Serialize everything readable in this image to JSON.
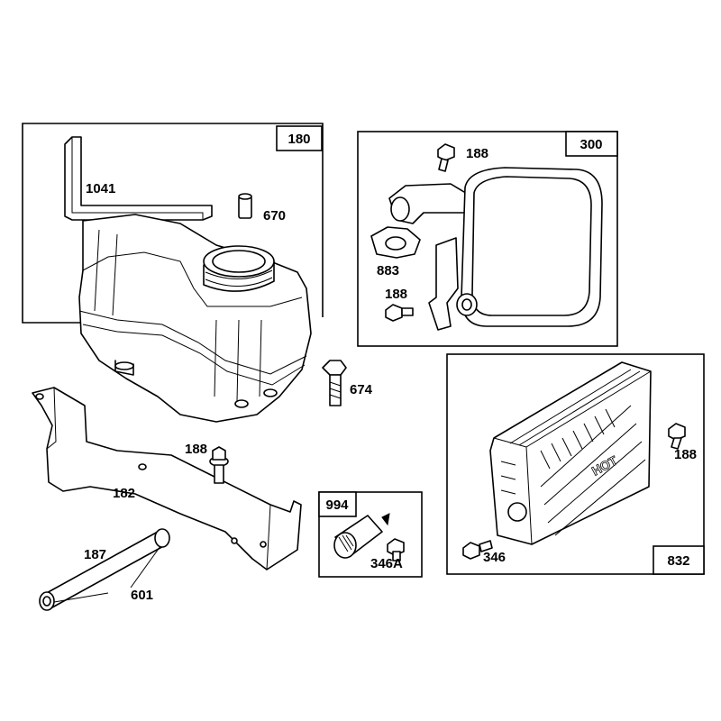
{
  "diagram": {
    "groups": {
      "g180": "180",
      "g300": "300",
      "g832": "832",
      "g994": "994"
    },
    "parts": {
      "p1041": "1041",
      "p670": "670",
      "p188_top": "188",
      "p883": "883",
      "p188_muffler": "188",
      "p674": "674",
      "p188_bracket": "188",
      "p182": "182",
      "p187": "187",
      "p601": "601",
      "p346A": "346A",
      "p188_guard": "188",
      "p346": "346"
    },
    "guard_text": "HOT"
  }
}
